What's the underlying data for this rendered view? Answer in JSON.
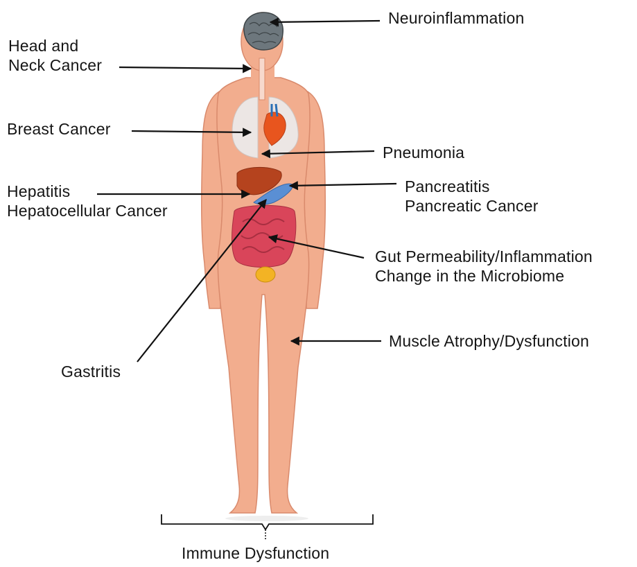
{
  "labels": {
    "neuroinflammation": "Neuroinflammation",
    "head_neck": [
      "Head and",
      "Neck Cancer"
    ],
    "breast_cancer": "Breast Cancer",
    "pneumonia": "Pneumonia",
    "hepatitis": [
      "Hepatitis",
      "Hepatocellular Cancer"
    ],
    "pancreatitis": [
      "Pancreatitis",
      "Pancreatic Cancer"
    ],
    "gut": [
      "Gut Permeability/Inflammation",
      "Change in the Microbiome"
    ],
    "muscle": "Muscle Atrophy/Dysfunction",
    "gastritis": "Gastritis",
    "immune": "Immune Dysfunction"
  },
  "colors": {
    "skin": "#f2ad8e",
    "skin_outline": "#d98a6c",
    "lungs": "#ece6e4",
    "heart": "#e8551e",
    "liver": "#b5431e",
    "intestine": "#d9455a",
    "stomach": "#5a8fd4",
    "bladder": "#f3b324",
    "brain": "#707a80"
  }
}
